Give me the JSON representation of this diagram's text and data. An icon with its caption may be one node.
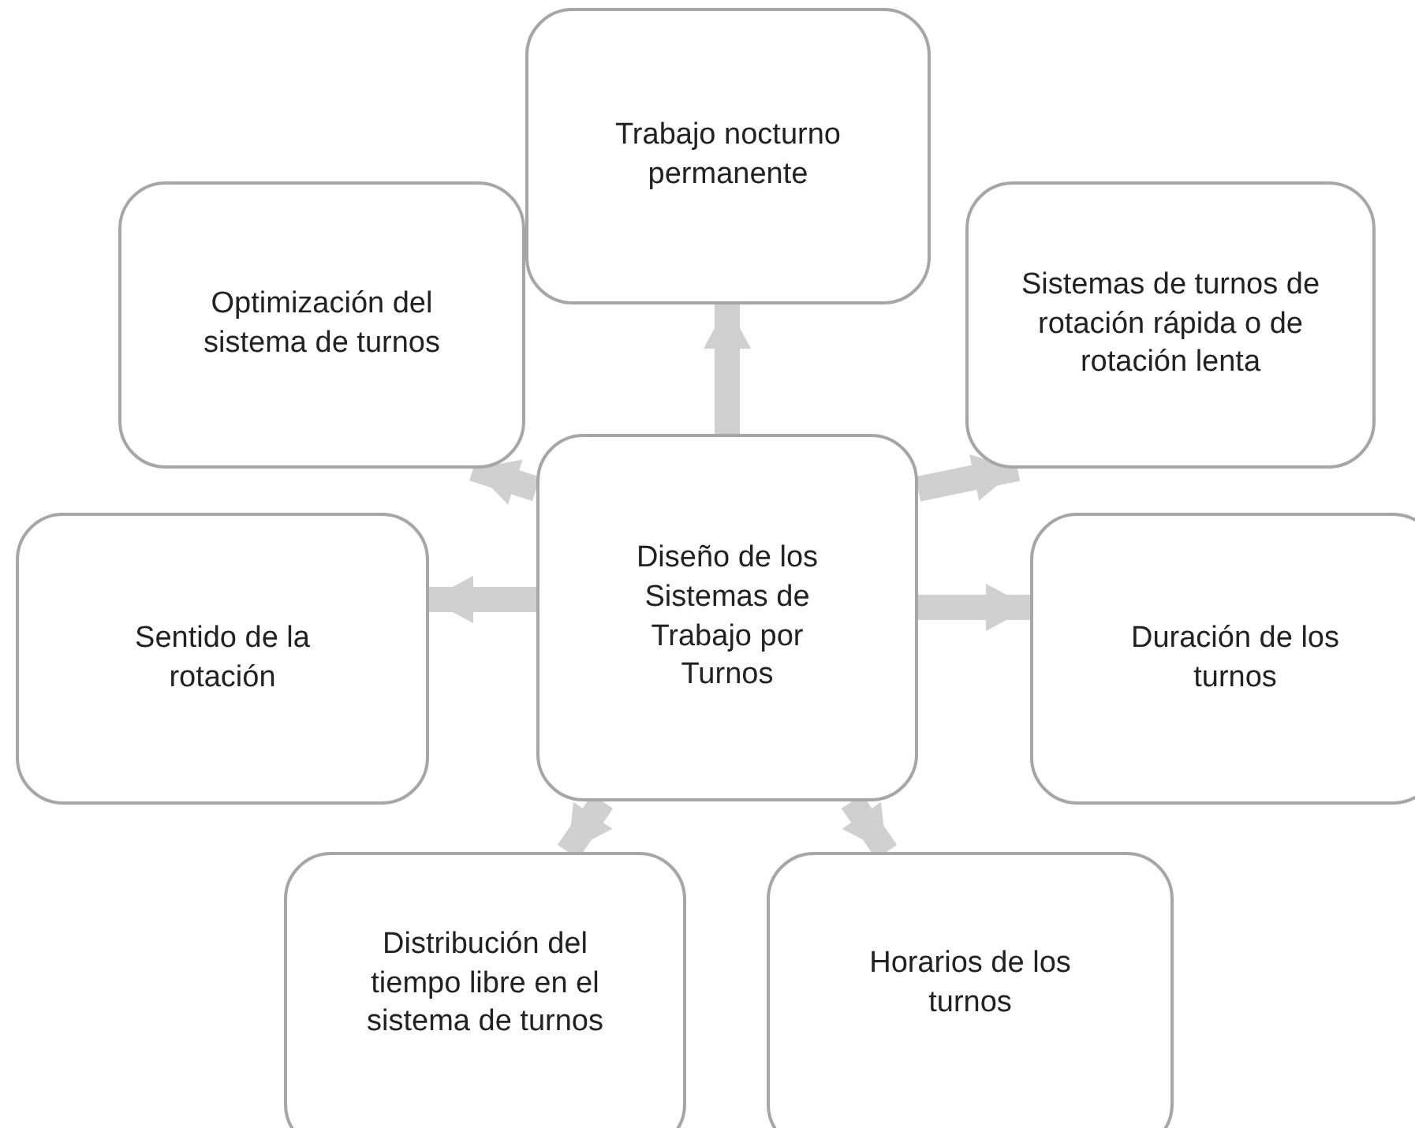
{
  "diagram": {
    "nodes": [
      {
        "text": [
          "Diseño de los Sistemas de Trabajo por Turnos"
        ]
      },
      {
        "text": [
          "Trabajo nocturno permanente"
        ]
      },
      {
        "text": [
          "Sistemas de turnos de rotación rápida o de rotación lenta"
        ]
      },
      {
        "text": [
          "Duración de los turnos"
        ]
      },
      {
        "text": [
          "Horarios de los turnos"
        ]
      },
      {
        "text": [
          "Distribución del tiempo libre en el sistema de turnos"
        ]
      },
      {
        "text": [
          "Sentido de la rotación"
        ]
      },
      {
        "text": [
          "Optimización del sistema de turnos"
        ]
      }
    ],
    "edges": [
      {
        "from": 0,
        "to": 1,
        "arrow": "to"
      },
      {
        "from": 0,
        "to": 2,
        "arrow": "to"
      },
      {
        "from": 0,
        "to": 3,
        "arrow": "to"
      },
      {
        "from": 0,
        "to": 4,
        "arrow": "to"
      },
      {
        "from": 0,
        "to": 5,
        "arrow": "to"
      },
      {
        "from": 0,
        "to": 6,
        "arrow": "to"
      },
      {
        "from": 0,
        "to": 7,
        "arrow": "to"
      }
    ]
  }
}
